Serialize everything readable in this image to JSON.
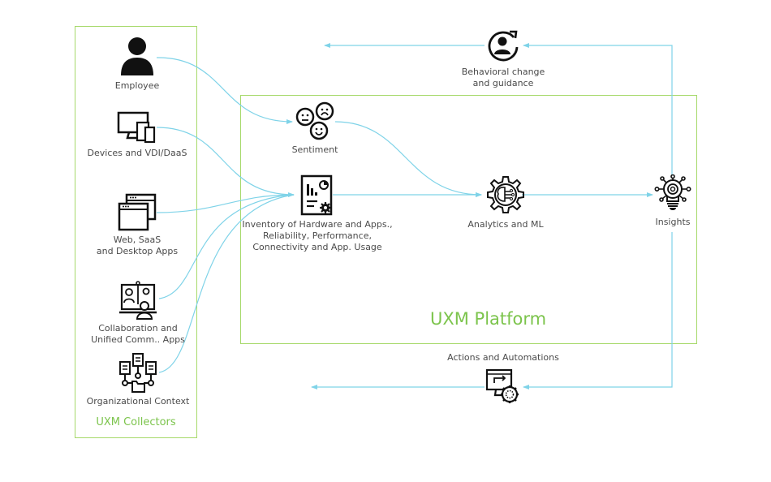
{
  "colors": {
    "frame": "#a6d96a",
    "frame_title": "#7cc44c",
    "arrow": "#7fd3e8",
    "icon": "#1a1a1a",
    "text": "#4a4a4a"
  },
  "collectors": {
    "title": "UXM Collectors",
    "items": [
      {
        "label": "Employee",
        "icon": "person-icon"
      },
      {
        "label": "Devices and VDI/DaaS",
        "icon": "devices-icon"
      },
      {
        "label": "Web, SaaS\nand Desktop Apps",
        "icon": "app-windows-icon"
      },
      {
        "label": "Collaboration and\nUnified Comm.. Apps",
        "icon": "video-conference-icon"
      },
      {
        "label": "Organizational Context",
        "icon": "org-chart-icon"
      }
    ]
  },
  "platform": {
    "title": "UXM Platform",
    "nodes": {
      "sentiment": {
        "label": "Sentiment",
        "icon": "emoji-faces-icon"
      },
      "inventory": {
        "label": "Inventory of Hardware and Apps.,\nReliability, Performance,\nConnectivity and App. Usage",
        "icon": "report-gear-icon"
      },
      "analytics": {
        "label": "Analytics and ML",
        "icon": "brain-gear-icon"
      },
      "insights": {
        "label": "Insights",
        "icon": "lightbulb-network-icon"
      }
    }
  },
  "outputs": {
    "behavioral": {
      "label": "Behavioral change\nand guidance",
      "icon": "user-refresh-icon"
    },
    "actions": {
      "label": "Actions and Automations",
      "icon": "monitor-gear-icon"
    }
  }
}
